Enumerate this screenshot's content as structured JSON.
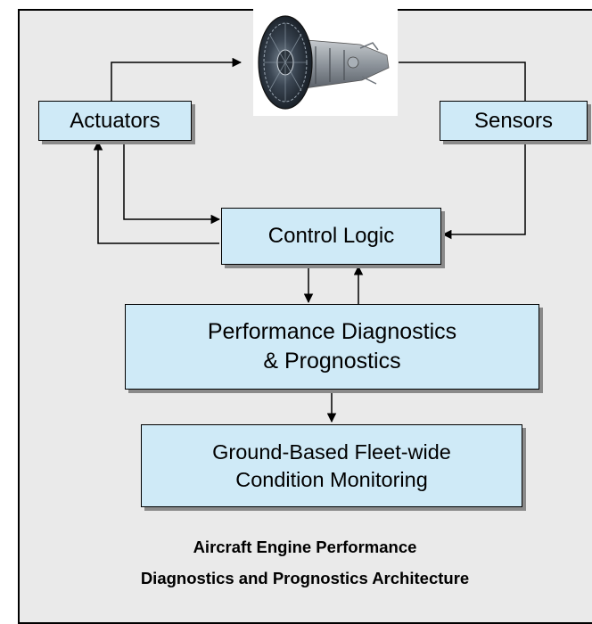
{
  "diagram": {
    "nodes": {
      "actuators": "Actuators",
      "sensors": "Sensors",
      "control_logic": "Control Logic",
      "perf_diag": "Performance Diagnostics\n& Prognostics",
      "ground_fleet": "Ground-Based Fleet-wide\nCondition Monitoring"
    },
    "caption_line1": "Aircraft Engine Performance",
    "caption_line2": "Diagnostics and Prognostics Architecture",
    "engine_image": "jet-engine-illustration",
    "colors": {
      "frame_bg": "#eaeaea",
      "box_fill": "#cfeaf7",
      "box_shadow": "#8a8a8a",
      "line": "#000000"
    }
  }
}
